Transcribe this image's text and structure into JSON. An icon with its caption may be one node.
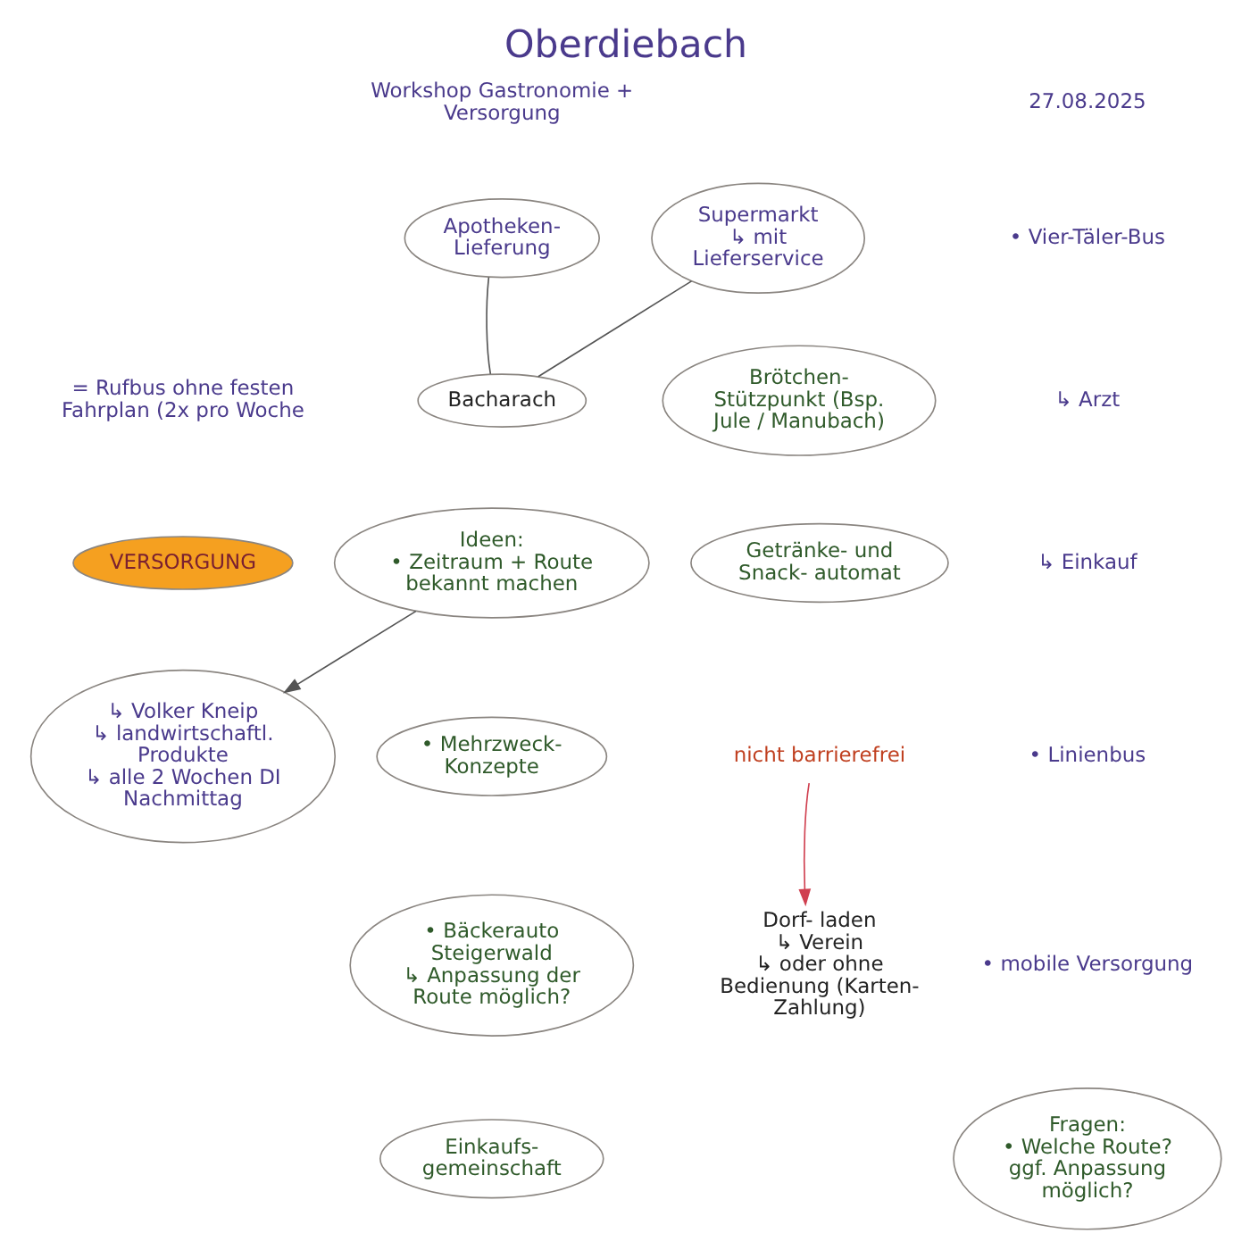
{
  "diagram": {
    "title": "Oberdiebach",
    "nodes": [
      {
        "text": [
          "Apotheken- Lieferung"
        ]
      },
      {
        "text": [
          "Supermarkt",
          "↳ mit Lieferservice"
        ]
      },
      {
        "text": [
          "Bacharach"
        ]
      },
      {
        "text": [
          "Brötchen- Stützpunkt (Bsp. Jule / Manubach)"
        ]
      },
      {
        "text": [
          "VERSORGUNG"
        ]
      },
      {
        "text": [
          "↳ Volker Kneip",
          "↳ landwirtschaftl. Produkte",
          "↳ alle 2 Wochen DI Nachmittag"
        ]
      },
      {
        "text": [
          "Getränke- und Snack- automat"
        ]
      },
      {
        "text": [
          "Ideen:",
          "• Zeitraum + Route bekannt machen"
        ]
      },
      {
        "text": [
          "• Mehrzweck- Konzepte"
        ]
      },
      {
        "text": [
          "Fragen:",
          "• Welche Route? ggf. Anpassung möglich?"
        ]
      },
      {
        "text": [
          "• Bäckerauto Steigerwald",
          "↳ Anpassung der Route möglich?"
        ]
      },
      {
        "text": [
          "Einkaufs- gemeinschaft"
        ]
      },
      {
        "text": [
          "nicht barrierefrei"
        ]
      },
      {
        "text": [
          "Dorf- laden",
          "↳ Verein",
          "↳ oder ohne Bedienung (Karten- Zahlung)"
        ]
      }
    ],
    "edges": [
      {
        "from": 0,
        "to": 2,
        "arrow": "none"
      },
      {
        "from": 1,
        "to": 2,
        "arrow": "none"
      },
      {
        "from": 7,
        "to": 5,
        "arrow": "to"
      },
      {
        "from": 12,
        "to": 13,
        "arrow": "to",
        "color": "#d04050"
      }
    ],
    "labels": [
      "27.08.2025",
      "Workshop Gastronomie + Versorgung",
      "• Vier-Täler-Bus",
      "↳ Arzt",
      "↳ Einkauf",
      "= Rufbus ohne festen Fahrplan (2x pro Woche",
      "• Linienbus",
      "• mobile Versorgung"
    ]
  }
}
